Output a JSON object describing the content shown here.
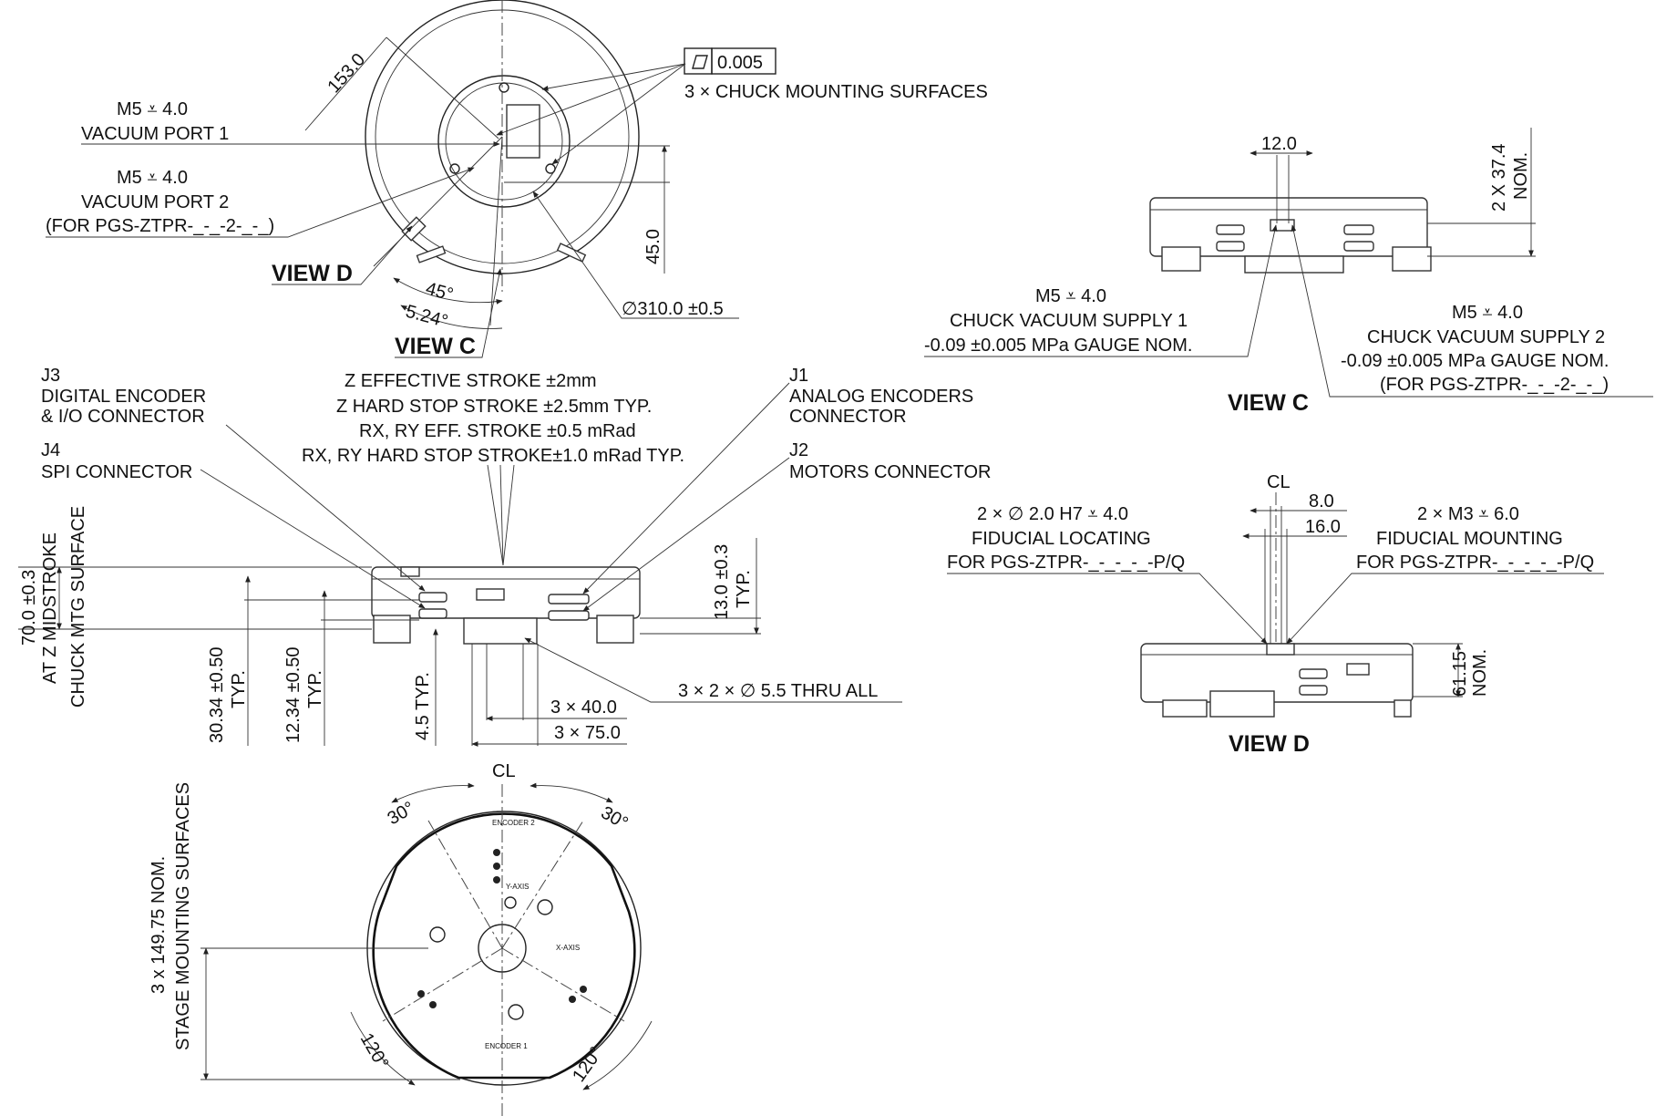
{
  "flatness_tolerance": "0.005",
  "top_view": {
    "label_chuck_surfaces": "3 × CHUCK MOUNTING SURFACES",
    "vacuum_port_1_thread": "M5 ⩡ 4.0",
    "vacuum_port_1_label": "VACUUM PORT 1",
    "vacuum_port_2_thread": "M5 ⩡ 4.0",
    "vacuum_port_2_label": "VACUUM PORT 2",
    "vacuum_port_2_note": "(FOR PGS-ZTPR-_-_-2-_-_)",
    "dim_153": "153.0",
    "dim_45": "45.0",
    "dim_diameter": "∅310.0 ±0.5",
    "angle_45": "45°",
    "angle_524": "5.24°",
    "view_d_callout": "VIEW D",
    "view_c_callout": "VIEW C"
  },
  "view_c": {
    "title": "VIEW C",
    "dim_12": "12.0",
    "dim_height": "2 X 37.4",
    "dim_height_nom": "NOM.",
    "supply1_thread": "M5 ⩡ 4.0",
    "supply1_label": "CHUCK VACUUM SUPPLY 1",
    "supply1_pressure": "-0.09 ±0.005 MPa GAUGE NOM.",
    "supply2_thread": "M5 ⩡ 4.0",
    "supply2_label": "CHUCK VACUUM SUPPLY 2",
    "supply2_pressure": "-0.09 ±0.005 MPa GAUGE NOM.",
    "supply2_note": "(FOR PGS-ZTPR-_-_-2-_-_)"
  },
  "side_view": {
    "j3_id": "J3",
    "j3_line1": "DIGITAL ENCODER",
    "j3_line2": "& I/O CONNECTOR",
    "j4_id": "J4",
    "j4_line1": "SPI CONNECTOR",
    "j1_id": "J1",
    "j1_line1": "ANALOG ENCODERS",
    "j1_line2": "CONNECTOR",
    "j2_id": "J2",
    "j2_line1": "MOTORS CONNECTOR",
    "stroke_1": "Z EFFECTIVE STROKE  ±2mm",
    "stroke_2": "Z HARD STOP STROKE ±2.5mm TYP.",
    "stroke_3": "RX, RY EFF. STROKE  ±0.5 mRad",
    "stroke_4": "RX, RY HARD STOP STROKE±1.0 mRad TYP.",
    "dim_70_a": "70.0 ±0.3",
    "dim_70_b": "AT  Z MIDSTROKE",
    "dim_70_c": "CHUCK MTG SURFACE",
    "dim_3034_a": "30.34 ±0.50",
    "dim_3034_b": "TYP.",
    "dim_1234_a": "12.34 ±0.50",
    "dim_1234_b": "TYP.",
    "dim_45typ": "4.5 TYP.",
    "dim_13_a": "13.0 ±0.3",
    "dim_13_b": "TYP.",
    "dim_3x40": "3 × 40.0",
    "dim_3x75": "3 × 75.0",
    "thru_holes": "3 × 2 ×  ∅ 5.5 THRU ALL"
  },
  "view_d": {
    "title": "VIEW D",
    "centerline": "CL",
    "dim_8": "8.0",
    "dim_16": "16.0",
    "fid_loc_1": "2 ×  ∅ 2.0 H7 ⩡ 4.0",
    "fid_loc_2": "FIDUCIAL LOCATING",
    "fid_loc_3": "FOR PGS-ZTPR-_-_-_-_-P/Q",
    "fid_mnt_1": "2 × M3 ⩡ 6.0",
    "fid_mnt_2": "FIDUCIAL MOUNTING",
    "fid_mnt_3": "FOR PGS-ZTPR-_-_-_-_-P/Q",
    "dim_6115": "61.15",
    "dim_6115_nom": "NOM."
  },
  "bottom_view": {
    "centerline": "CL",
    "angle_30_left": "30°",
    "angle_30_right": "30°",
    "angle_120_left": "120°",
    "angle_120_right": "120°",
    "dim_14975_a": "3 x 149.75 NOM.",
    "dim_14975_b": "STAGE MOUNTING SURFACES",
    "label_j1": "ENCODER 2",
    "label_j2": "ENCODER 1",
    "label_zaxis": "Y-AXIS",
    "label_xaxis": "X-AXIS"
  }
}
